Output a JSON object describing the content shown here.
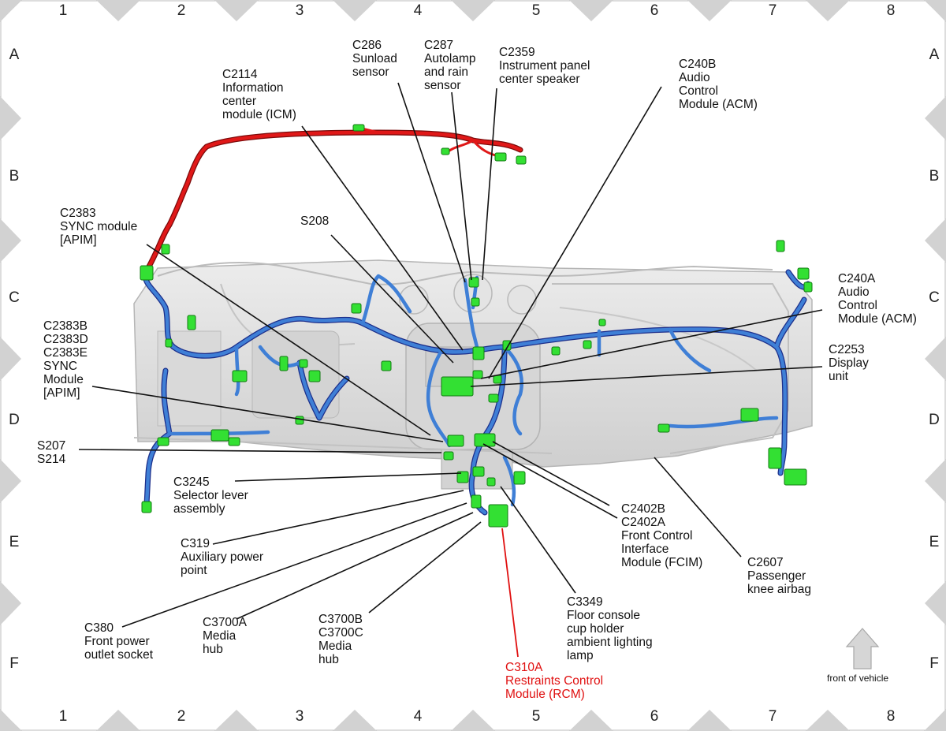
{
  "grid": {
    "columns": [
      "1",
      "2",
      "3",
      "4",
      "5",
      "6",
      "7",
      "8"
    ],
    "rows": [
      "A",
      "B",
      "C",
      "D",
      "E",
      "F"
    ]
  },
  "labels": {
    "c2114": "C2114\nInformation\ncenter\nmodule (ICM)",
    "c286": "C286\nSunload\nsensor",
    "c287": "C287\nAutolamp\nand rain\nsensor",
    "c2359": "C2359\nInstrument panel\ncenter speaker",
    "c240b": "C240B\nAudio\nControl\nModule (ACM)",
    "c2383": "C2383\nSYNC module\n[APIM]",
    "s208": "S208",
    "c240a": "C240A\nAudio\nControl\nModule (ACM)",
    "c2383bde": "C2383B\nC2383D\nC2383E\nSYNC\nModule\n[APIM]",
    "c2253": "C2253\nDisplay\nunit",
    "s207": "S207\nS214",
    "c3245": "C3245\nSelector lever\nassembly",
    "c2402": "C2402B\nC2402A\nFront Control\nInterface\nModule (FCIM)",
    "c319": "C319\nAuxiliary power\npoint",
    "c2607": "C2607\nPassenger\nknee airbag",
    "c380": "C380\nFront power\noutlet socket",
    "c3700a": "C3700A\nMedia\nhub",
    "c3700bc": "C3700B\nC3700C\nMedia\nhub",
    "c3349": "C3349\nFloor console\ncup holder\nambient lighting\nlamp",
    "c310a": "C310A\nRestraints Control\nModule (RCM)",
    "front": "front of vehicle"
  },
  "colors": {
    "harness_blue": "#3f7fd6",
    "harness_dark": "#1c2e8a",
    "harness_red": "#e01818",
    "connector_green": "#33e033",
    "dash_gray": "#dcdcdc",
    "border_gray": "#d2d2d2",
    "highlight_red": "#e01010"
  },
  "icons": {
    "arrow": "up-arrow-icon"
  }
}
